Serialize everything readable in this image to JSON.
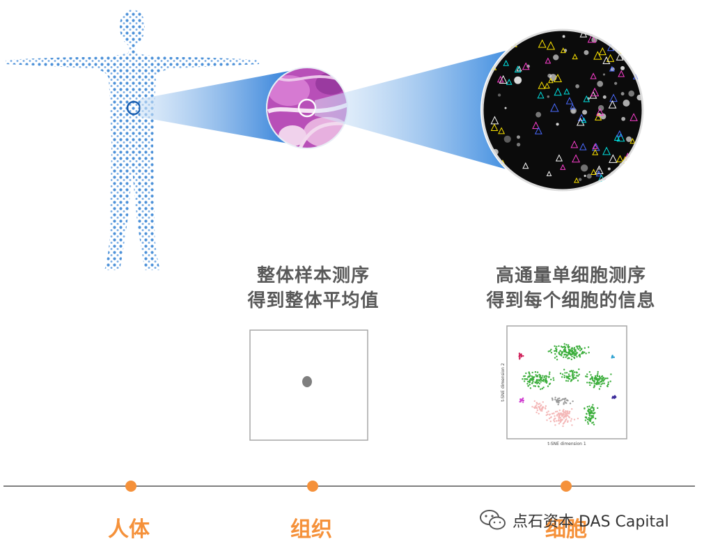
{
  "captions": {
    "bulk_line1": "整体样本测序",
    "bulk_line2": "得到整体平均值",
    "single_line1": "高通量单细胞测序",
    "single_line2": "得到每个细胞的信息"
  },
  "plot_labels": {
    "tsne_x": "t-SNE dimension 1",
    "tsne_y": "t-SNE dimension 2"
  },
  "timeline": {
    "labels": [
      "人体",
      "组织",
      "细胞"
    ]
  },
  "watermark": {
    "text": "点石资本 DAS Capital",
    "icon": "wechat-icon"
  },
  "colors": {
    "accent_orange": "#f5913a",
    "body_blue": "#2f7fd3",
    "caption_gray": "#595959",
    "tsne_green": "#3cae3c",
    "tsne_pink": "#f4b8b8",
    "mean_dot_gray": "#7f7f7f"
  }
}
